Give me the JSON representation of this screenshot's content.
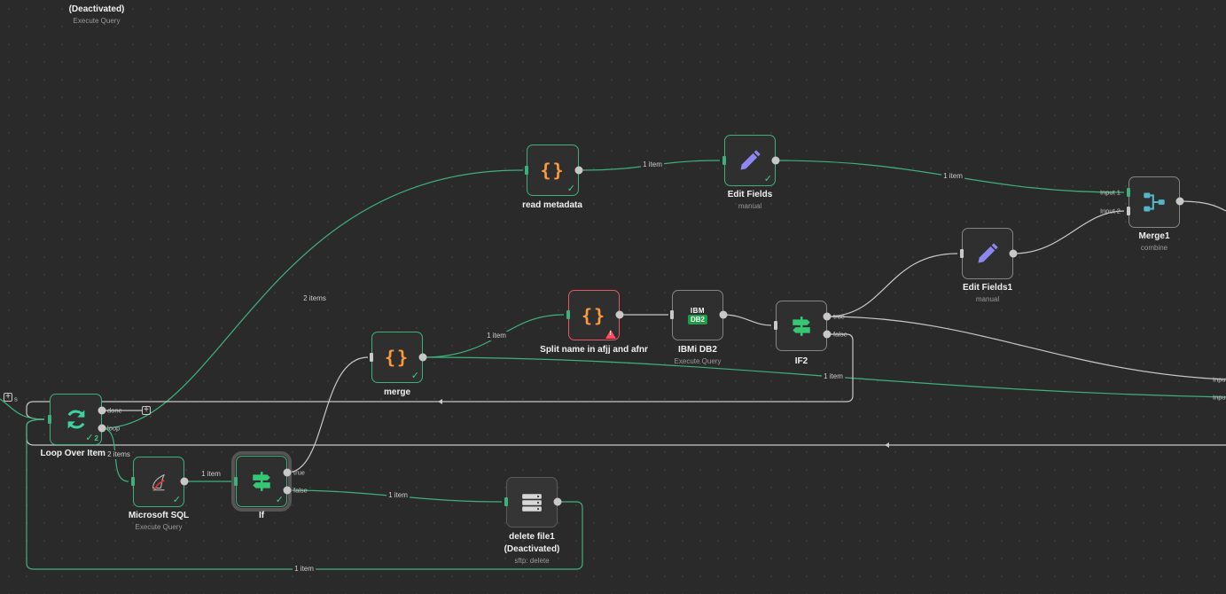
{
  "nodes": {
    "top_deactivated": {
      "title": "(Deactivated)",
      "subtitle": "Execute Query"
    },
    "read_metadata": {
      "title": "read metadata"
    },
    "edit_fields": {
      "title": "Edit Fields",
      "subtitle": "manual"
    },
    "merge1": {
      "title": "Merge1",
      "subtitle": "combine",
      "input1": "Input 1",
      "input2": "Input 2"
    },
    "edit_fields1": {
      "title": "Edit Fields1",
      "subtitle": "manual"
    },
    "split_name": {
      "title": "Split name in afjj and afnr"
    },
    "ibmi_db2": {
      "title": "IBMi DB2",
      "subtitle": "Execute Query",
      "logo_top": "IBM",
      "logo_bottom": "DB2"
    },
    "if2": {
      "title": "IF2",
      "true_label": "true",
      "false_label": "false"
    },
    "merge": {
      "title": "merge"
    },
    "loop": {
      "title": "Loop Over Items",
      "done_label": "done",
      "loop_label": "loop",
      "run_count": "2",
      "in_label": "s"
    },
    "mssql": {
      "title": "Microsoft SQL",
      "subtitle": "Execute Query"
    },
    "if": {
      "title": "If",
      "true_label": "true",
      "false_label": "false"
    },
    "delete_file1": {
      "title": "delete file1",
      "title2": "(Deactivated)",
      "subtitle": "sftp: delete"
    }
  },
  "edges": {
    "meta_to_edit": "1 item",
    "edit_to_merge1": "1 item",
    "loop_to_meta": "2 items",
    "merge_to_split": "1 item",
    "merge_to_right": "1 item",
    "loop_to_mssql": "2 items",
    "mssql_to_if": "1 item",
    "if_to_delete": "1 item",
    "delete_to_loop": "1 item",
    "right_input_a": "Input",
    "right_input_b": "Input"
  },
  "icons": {
    "code": "braces-icon",
    "edit": "pencil-icon",
    "merge": "merge-icon",
    "if": "signpost-icon",
    "loop": "refresh-icon",
    "sql": "mssql-icon",
    "sftp": "server-icon"
  },
  "colors": {
    "success": "#3fb07c",
    "error": "#e85563",
    "edge": "#c8c8c8",
    "orange": "#ff9a3c",
    "purple": "#8f87f1",
    "green": "#34c873"
  }
}
